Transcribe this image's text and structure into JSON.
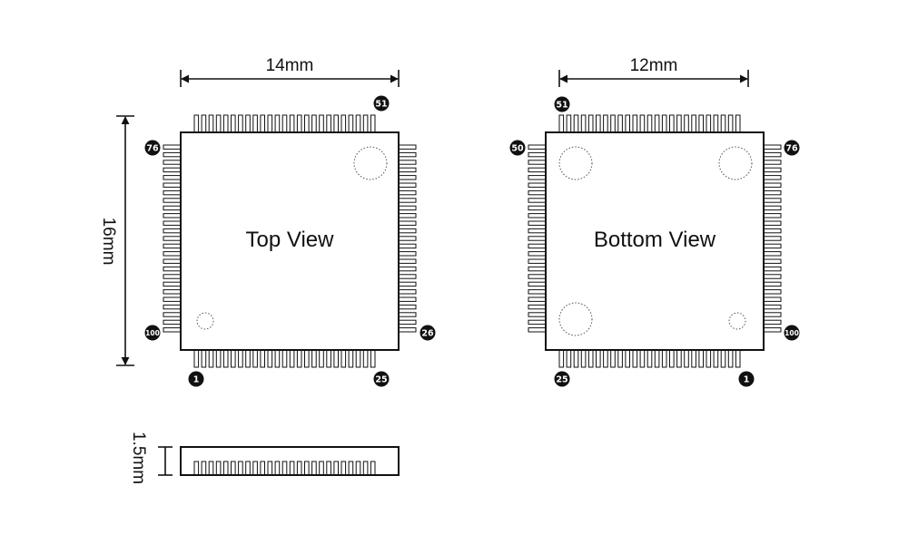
{
  "dimensions": {
    "top_width": "14mm",
    "bottom_width": "12mm",
    "height": "16mm",
    "thickness": "1.5mm"
  },
  "views": {
    "top": {
      "label": "Top View",
      "pins": {
        "left_top": "76",
        "left_bottom": "100",
        "bottom_left": "1",
        "bottom_right": "25",
        "right_bottom": "26",
        "top_right": "51"
      }
    },
    "bottom": {
      "label": "Bottom View",
      "pins": {
        "top_left": "51",
        "left_top": "50",
        "right_top": "76",
        "right_bottom": "100",
        "bottom_left": "25",
        "bottom_right": "1"
      }
    }
  },
  "colors": {
    "ink": "#111111",
    "background": "#ffffff"
  }
}
